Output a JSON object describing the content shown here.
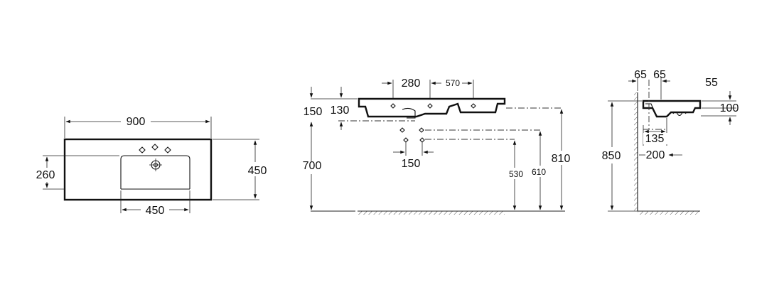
{
  "top_view": {
    "width_label": "900",
    "depth_label": "450",
    "bowl_width_label": "450",
    "bowl_offset_label": "260"
  },
  "front_view": {
    "tap_spacing_label": "280",
    "tap_offset_label": "570",
    "rim_height_label": "150",
    "bowl_depth_label": "130",
    "top_height_label": "700",
    "waste_spacing_label": "150",
    "waste_height_low_label": "530",
    "waste_height_high_label": "610",
    "overall_height_label": "810"
  },
  "side_view": {
    "wall_offset_a_label": "65",
    "wall_offset_b_label": "65",
    "depth_right_label": "55",
    "rim_label": "100",
    "trap_offset_label": "135",
    "trap_depth_label": "200",
    "mount_height_label": "850"
  }
}
